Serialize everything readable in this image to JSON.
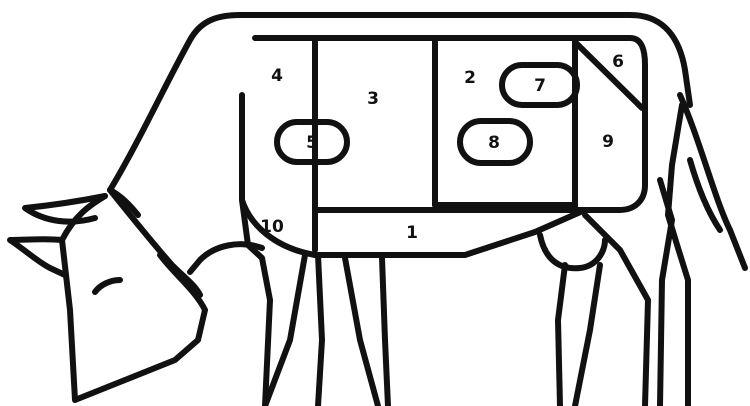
{
  "cuts": [
    {
      "id": "cut-1",
      "label": "1"
    },
    {
      "id": "cut-2",
      "label": "2"
    },
    {
      "id": "cut-3",
      "label": "3"
    },
    {
      "id": "cut-4",
      "label": "4"
    },
    {
      "id": "cut-5",
      "label": "5"
    },
    {
      "id": "cut-6",
      "label": "6"
    },
    {
      "id": "cut-7",
      "label": "7"
    },
    {
      "id": "cut-8",
      "label": "8"
    },
    {
      "id": "cut-9",
      "label": "9"
    },
    {
      "id": "cut-10",
      "label": "10"
    }
  ],
  "colors": {
    "line": "#111111",
    "background": "#ffffff"
  }
}
